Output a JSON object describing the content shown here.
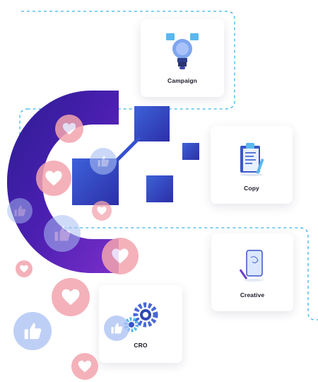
{
  "cards": {
    "campaign": {
      "label": "Campaign",
      "icon": "lightbulb-icon"
    },
    "copy": {
      "label": "Copy",
      "icon": "clipboard-icon"
    },
    "creative": {
      "label": "Creative",
      "icon": "tablet-pen-icon"
    },
    "cro": {
      "label": "CRO",
      "icon": "gears-icon"
    }
  },
  "decor": {
    "logo": "purple-c-logo",
    "bubble_icons": [
      "heart-icon",
      "thumbs-up-icon"
    ]
  },
  "colors": {
    "dashed_line": "#3ab4ea",
    "logo_gradient_start": "#2d1b8f",
    "logo_gradient_end": "#6b2cc7",
    "square_blue": "#3344c8",
    "heart_bubble": "#f3a4ae",
    "thumb_bubble": "#a9bff3"
  }
}
